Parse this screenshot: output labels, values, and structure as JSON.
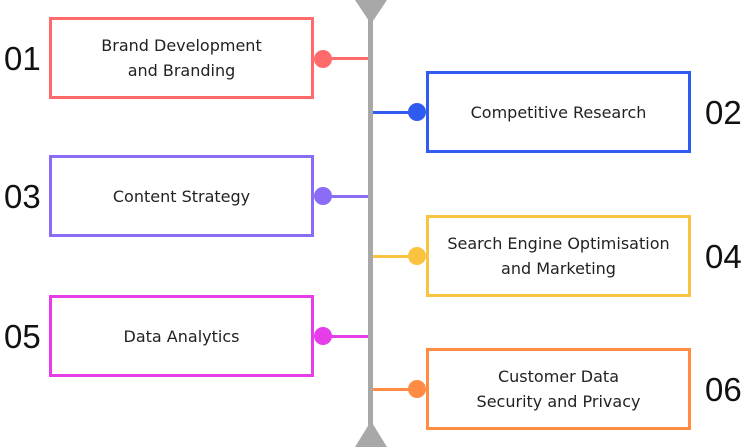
{
  "diagram": {
    "type": "vertical-timeline",
    "spine_color": "#a8a8a8",
    "steps": [
      {
        "number": "01",
        "label": "Brand Development\nand Branding",
        "color": "#ff6b6b",
        "side": "left"
      },
      {
        "number": "02",
        "label": "Competitive Research",
        "color": "#2f5bf0",
        "side": "right"
      },
      {
        "number": "03",
        "label": "Content Strategy",
        "color": "#8b6cf6",
        "side": "left"
      },
      {
        "number": "04",
        "label": "Search Engine Optimisation\nand Marketing",
        "color": "#fbc342",
        "side": "right"
      },
      {
        "number": "05",
        "label": "Data Analytics",
        "color": "#e53ee8",
        "side": "left"
      },
      {
        "number": "06",
        "label": "Customer Data\nSecurity and Privacy",
        "color": "#ff8c42",
        "side": "right"
      }
    ]
  }
}
